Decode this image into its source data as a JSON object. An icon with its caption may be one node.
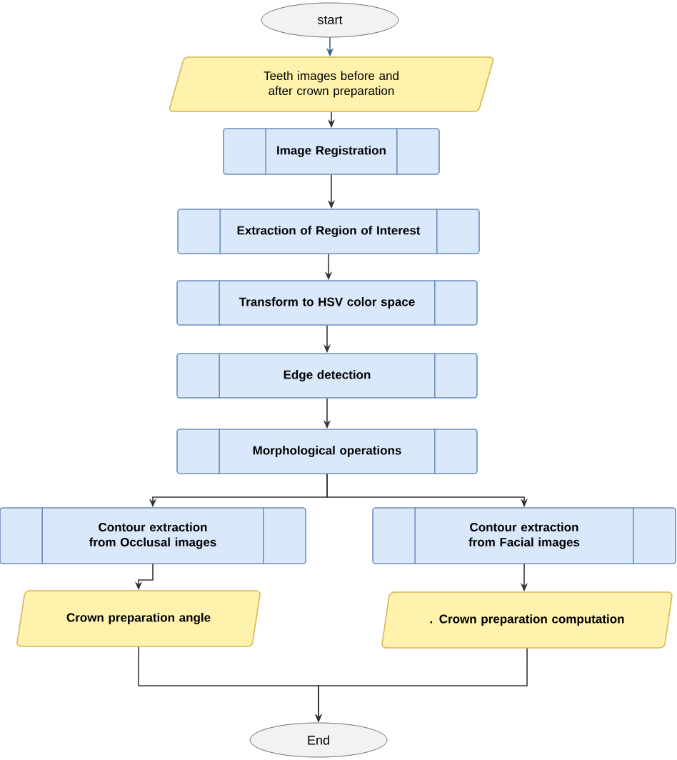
{
  "diagram": {
    "nodes": [
      {
        "text": [
          "start"
        ]
      },
      {
        "text": [
          "Teeth images before and after crown preparation"
        ]
      },
      {
        "text": [
          "Image Registration"
        ]
      },
      {
        "text": [
          "Extraction of Region of Interest"
        ]
      },
      {
        "text": [
          "Transform to HSV color space"
        ]
      },
      {
        "text": [
          "Edge detection"
        ]
      },
      {
        "text": [
          "Morphological  operations"
        ]
      },
      {
        "text": [
          "Contour extraction from Occlusal images"
        ]
      },
      {
        "text": [
          "Contour extraction from Facial images"
        ]
      },
      {
        "text": [
          "Crown preparation angle"
        ]
      },
      {
        "text": [
          ". Crown preparation computation"
        ]
      },
      {
        "text": [
          "End"
        ]
      }
    ],
    "edges": [
      {
        "from": 0,
        "to": 1,
        "arrow": "to",
        "color": "#3d5f85"
      },
      {
        "from": 1,
        "to": 2,
        "arrow": "to"
      },
      {
        "from": 2,
        "to": 3,
        "arrow": "to"
      },
      {
        "from": 3,
        "to": 4,
        "arrow": "to"
      },
      {
        "from": 4,
        "to": 5,
        "arrow": "to"
      },
      {
        "from": 5,
        "to": 6,
        "arrow": "to"
      },
      {
        "from": 6,
        "to": 7,
        "arrow": "to"
      },
      {
        "from": 6,
        "to": 8,
        "arrow": "to"
      },
      {
        "from": 7,
        "to": 9,
        "arrow": "to"
      },
      {
        "from": 8,
        "to": 10,
        "arrow": "to"
      },
      {
        "from": 9,
        "to": 11,
        "arrow": "to"
      },
      {
        "from": 10,
        "to": 11,
        "arrow": "to"
      }
    ]
  }
}
